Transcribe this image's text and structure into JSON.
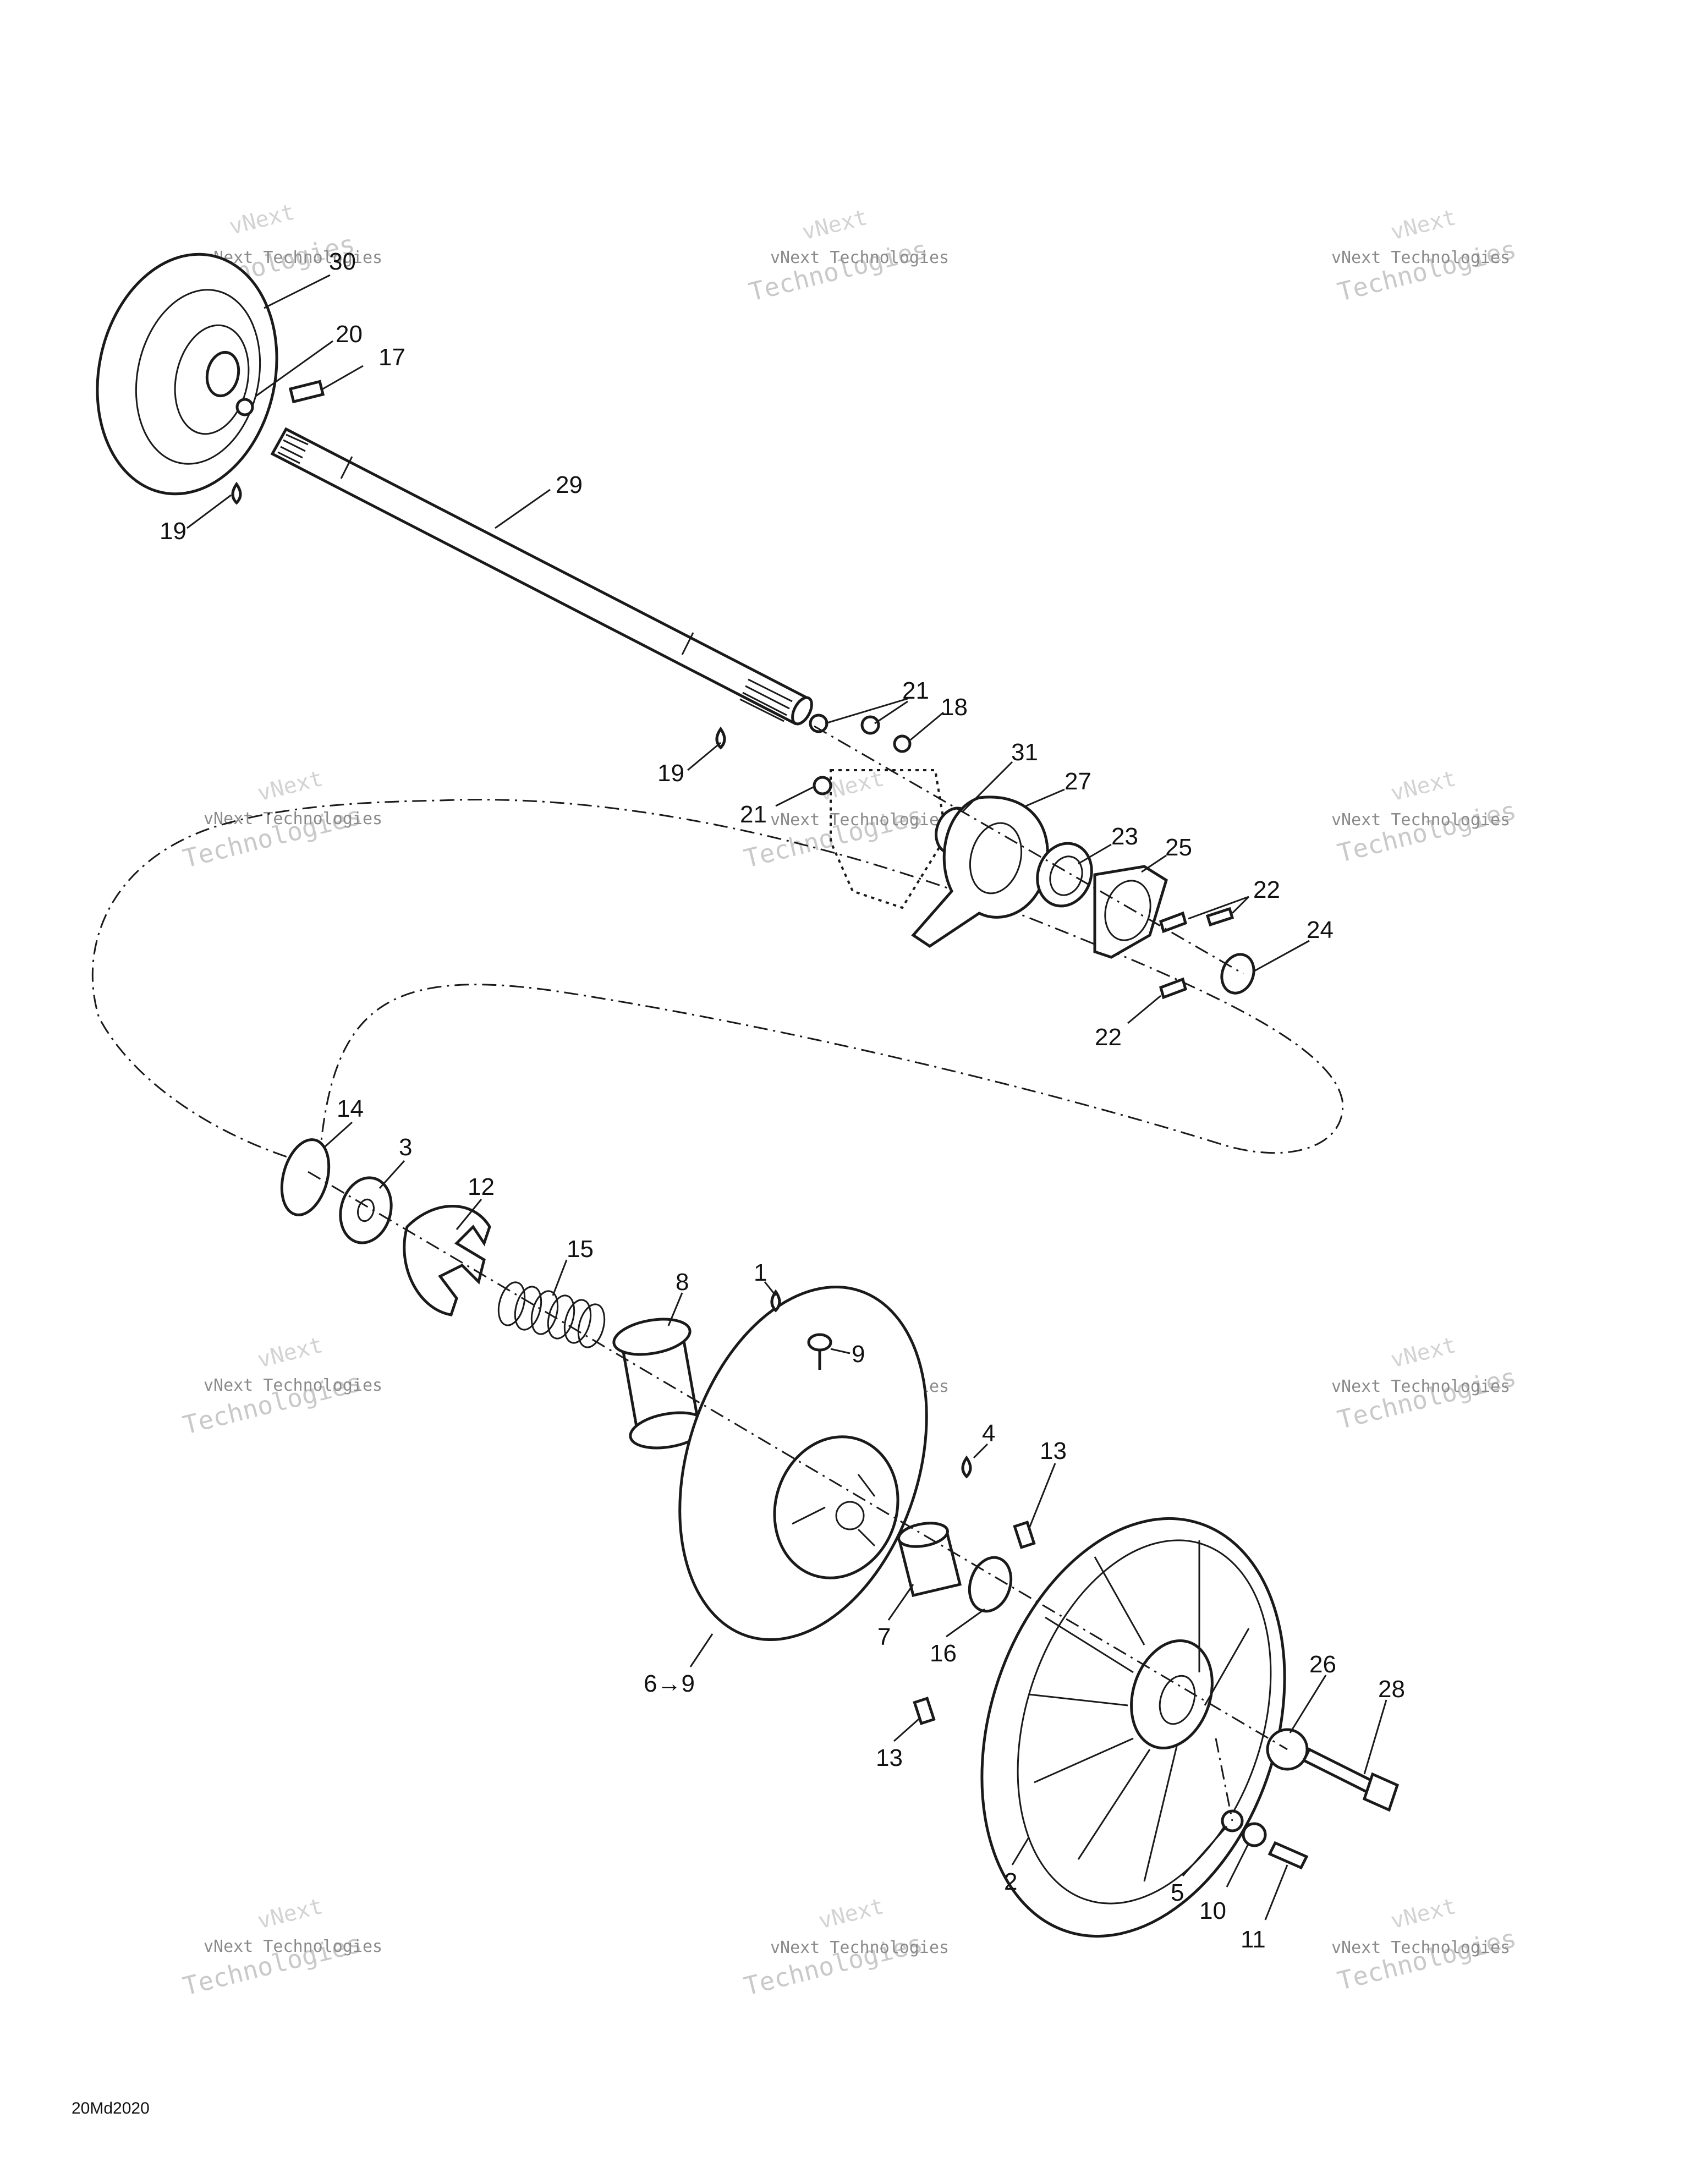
{
  "diagram_code": "20Md2020",
  "watermark": {
    "line1": "vNext Technologies",
    "line2": "Technologies",
    "line0": "vNext"
  },
  "callouts": [
    {
      "id": "c30",
      "text": "30"
    },
    {
      "id": "c20",
      "text": "20"
    },
    {
      "id": "c17",
      "text": "17"
    },
    {
      "id": "c29",
      "text": "29"
    },
    {
      "id": "c19a",
      "text": "19"
    },
    {
      "id": "c19b",
      "text": "19"
    },
    {
      "id": "c21a",
      "text": "21"
    },
    {
      "id": "c18",
      "text": "18"
    },
    {
      "id": "c31",
      "text": "31"
    },
    {
      "id": "c27",
      "text": "27"
    },
    {
      "id": "c21b",
      "text": "21"
    },
    {
      "id": "c23",
      "text": "23"
    },
    {
      "id": "c25",
      "text": "25"
    },
    {
      "id": "c22a",
      "text": "22"
    },
    {
      "id": "c24",
      "text": "24"
    },
    {
      "id": "c22b",
      "text": "22"
    },
    {
      "id": "c14",
      "text": "14"
    },
    {
      "id": "c3",
      "text": "3"
    },
    {
      "id": "c12",
      "text": "12"
    },
    {
      "id": "c15",
      "text": "15"
    },
    {
      "id": "c8",
      "text": "8"
    },
    {
      "id": "c1",
      "text": "1"
    },
    {
      "id": "c9",
      "text": "9"
    },
    {
      "id": "c4",
      "text": "4"
    },
    {
      "id": "c13a",
      "text": "13"
    },
    {
      "id": "c7",
      "text": "7"
    },
    {
      "id": "c16",
      "text": "16"
    },
    {
      "id": "c69",
      "text": "6→9"
    },
    {
      "id": "c13b",
      "text": "13"
    },
    {
      "id": "c26",
      "text": "26"
    },
    {
      "id": "c28",
      "text": "28"
    },
    {
      "id": "c2",
      "text": "2"
    },
    {
      "id": "c5",
      "text": "5"
    },
    {
      "id": "c10",
      "text": "10"
    },
    {
      "id": "c11",
      "text": "11"
    }
  ]
}
